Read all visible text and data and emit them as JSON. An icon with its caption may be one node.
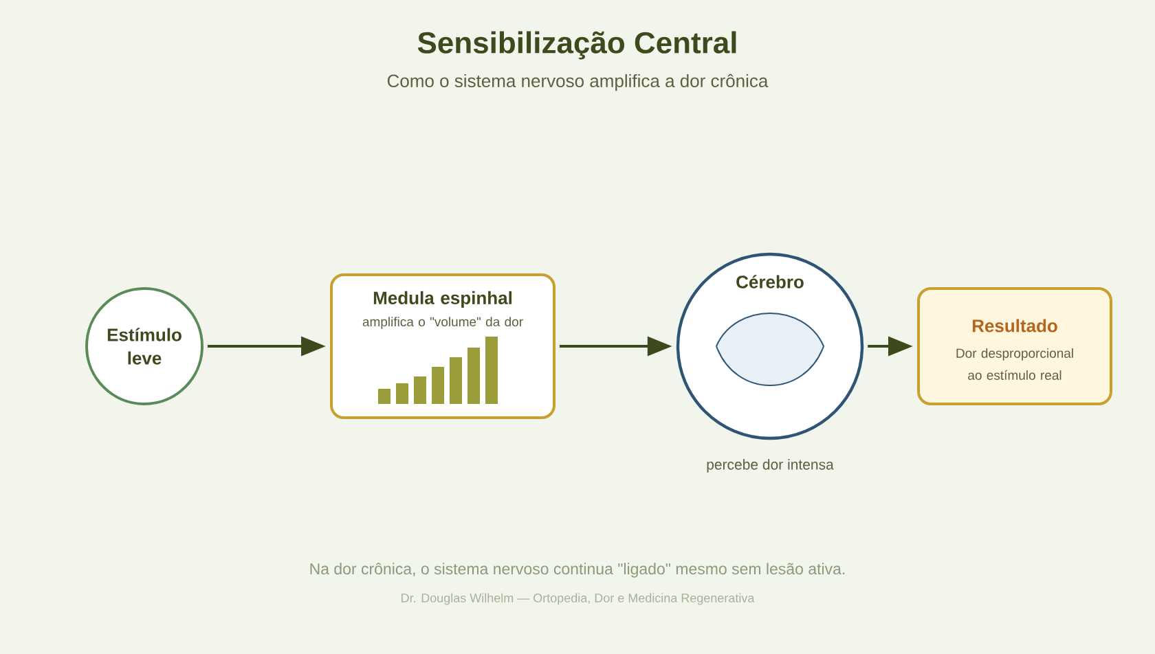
{
  "diagram": {
    "title": "Sensibilização Central",
    "nodes": [
      {
        "text": [
          "Estímulo leve"
        ]
      },
      {
        "text": [
          "Medula espinhal",
          "amplifica o \"volume\" da dor"
        ]
      },
      {
        "text": [
          "Cérebro"
        ],
        "beside": [
          "percebe dor intensa"
        ]
      },
      {
        "text": [
          "Resultado",
          "Dor desproporcional ao estímulo real"
        ]
      }
    ],
    "edges": [
      {
        "from": 0,
        "to": 1,
        "arrow": "to"
      },
      {
        "from": 1,
        "to": 2,
        "arrow": "to"
      },
      {
        "from": 2,
        "to": 3,
        "arrow": "to"
      }
    ],
    "labels": [
      "Como o sistema nervoso amplifica a dor crônica",
      "Na dor crônica, o sistema nervoso continua \"ligado\" mesmo sem lesão ativa.",
      "Dr. Douglas Wilhelm — Ortopedia, Dor e Medicina Regenerativa"
    ]
  }
}
